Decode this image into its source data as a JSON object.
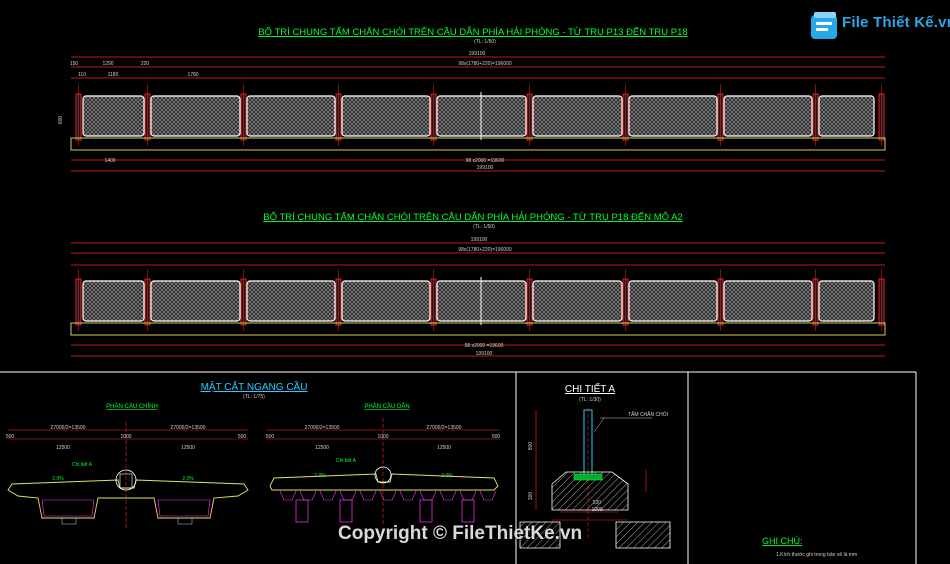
{
  "brand": {
    "logo_text": "File Thiết Kế.vn",
    "copyright": "Copyright © FileThietKe.vn"
  },
  "elevation_1": {
    "title": "BỐ TRÍ CHUNG TẤM CHẮN CHÓI TRÊN CẦU DẪN PHÍA HẢI PHÒNG - TỪ TRỤ P13 ĐẾN TRỤ P18",
    "scale": "(TL: 1/50)",
    "total_dim": "199100",
    "panels_dim": "98x(1780+220)=196000",
    "bottom_dim": "98 x2000 =19600",
    "side_1290": "1290",
    "side_1180": "1180",
    "side_1400": "1400",
    "side_150": "150",
    "side_110": "110",
    "gap_220": "220",
    "panel_1780": "1780",
    "height_600": "600"
  },
  "elevation_2": {
    "title": "BỐ TRÍ CHUNG TẤM CHẮN CHÓI TRÊN CẦU DẪN PHÍA HẢI PHÒNG - TỪ TRỤ P18 ĐẾN MỐ A2",
    "scale": "(TL: 1/50)",
    "total_dim": "199100",
    "panels_dim": "98x(1780+220)=196000",
    "bottom_dim": "98 x2000 =19600",
    "bottom_total": "199100"
  },
  "cross_section": {
    "title": "MẶT CẮT NGANG CẦU",
    "scale": "(TL: 1/75)",
    "left_label": "PHẦN CẦU CHÍNH",
    "right_label": "PHẦN CẦU DẪN",
    "dim_left": "27000/2=13500",
    "dim_right": "27000/2=13500",
    "dim_12500": "12500",
    "dim_1000": "1000",
    "dim_500": "500",
    "chi_tiet_label": "Chi tiết A",
    "slope": "2.0%"
  },
  "detail": {
    "title": "CHI TIẾT A",
    "scale": "(TL: 1/30)",
    "label": "TẤM CHẮN CHÓI",
    "dim_800": "800",
    "dim_300": "300",
    "dim_530": "530",
    "dim_1000": "1000"
  },
  "notes": {
    "title": "GHI CHÚ:",
    "line1": "1.Kích thước ghi trong bản vẽ là mm"
  },
  "colors": {
    "background": "#000000",
    "title_green": "#00ff33",
    "dimension_red": "#ff2020",
    "panel_white": "#ffffff",
    "section_yellow": "#e8e06a",
    "cyan_accent": "#22d0ff",
    "magenta": "#ff33ff"
  }
}
